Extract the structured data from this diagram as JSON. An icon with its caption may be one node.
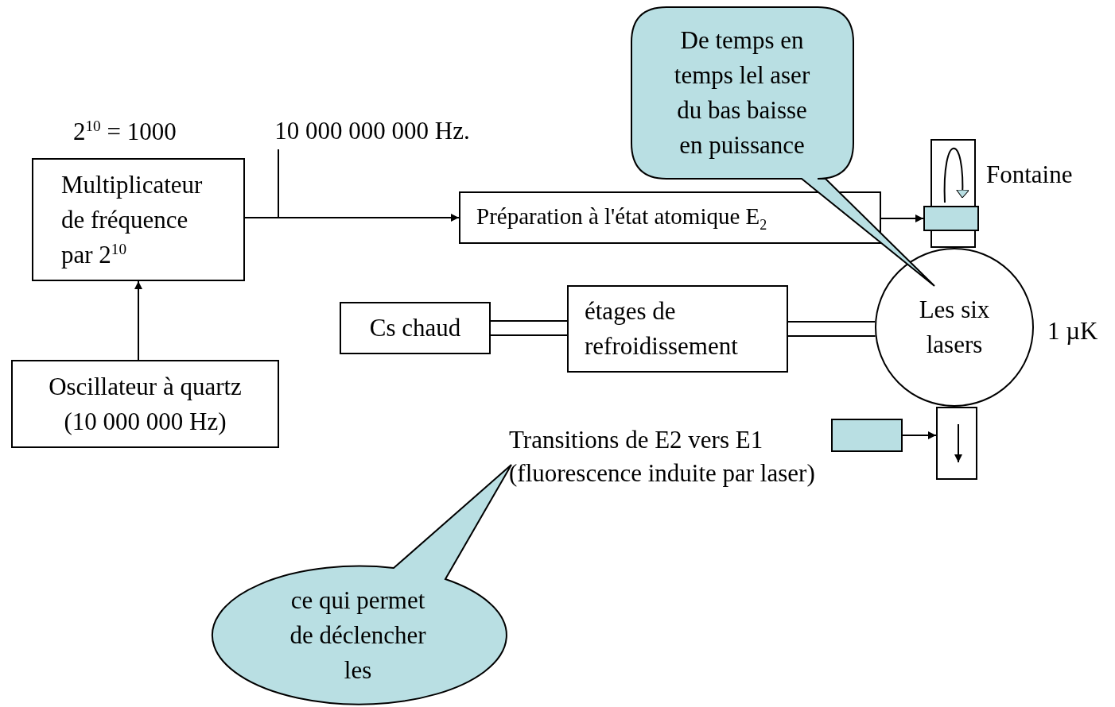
{
  "diagram": {
    "nodes": [
      {
        "text": [
          "Multiplicateur de fréquence par 2$^{10}$"
        ],
        "beside": [
          "2$^{10}$ = 1000"
        ]
      },
      {
        "text": [
          "Oscillateur à quartz (10 000 000 Hz)"
        ]
      },
      {
        "text": [
          "Préparation à l'état atomique E$_{2}$"
        ]
      },
      {
        "text": [
          "Cs chaud"
        ]
      },
      {
        "text": [
          "étages de refroidissement"
        ]
      },
      {
        "text": [
          "Les six lasers"
        ],
        "beside": [
          "1 µK"
        ]
      },
      {
        "text": [],
        "shape": "box",
        "beside": [
          "Fontaine"
        ]
      },
      {
        "text": [],
        "shape": "box"
      },
      {
        "text": [],
        "shape": "box"
      },
      {
        "text": [],
        "shape": "box"
      },
      {
        "text": [
          "De temps en temps lel aser du bas baisse en puissance"
        ]
      },
      {
        "text": [
          "ce qui permet de déclencher les"
        ]
      },
      {
        "text": [
          "10 000 000 000 Hz."
        ]
      }
    ],
    "edges": [
      {
        "from": 1,
        "to": 0,
        "arrow": "to"
      },
      {
        "from": 0,
        "to": 2,
        "arrow": "to"
      },
      {
        "from": 2,
        "to": 7,
        "arrow": "to"
      },
      {
        "from": 3,
        "to": 4,
        "arrow": "none"
      },
      {
        "from": 4,
        "to": 5,
        "arrow": "none"
      },
      {
        "from": 9,
        "to": 8,
        "arrow": "to"
      },
      {
        "from": 12,
        "to": null,
        "arrow": "none"
      }
    ],
    "labels": [
      "Transitions de E2 vers E1 (fluorescence induite par laser)"
    ]
  }
}
